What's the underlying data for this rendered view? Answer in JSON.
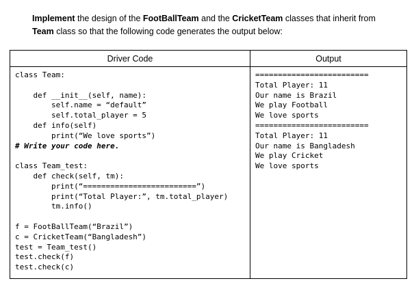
{
  "instruction": {
    "segments": [
      {
        "text": "Implement",
        "bold": true
      },
      {
        "text": " the design of the ",
        "bold": false
      },
      {
        "text": "FootBallTeam",
        "bold": true
      },
      {
        "text": " and the ",
        "bold": false
      },
      {
        "text": "CricketTeam",
        "bold": true
      },
      {
        "text": " classes that inherit from ",
        "bold": false
      },
      {
        "text": "Team",
        "bold": true
      },
      {
        "text": " class so that the following code generates the output below:",
        "bold": false
      }
    ]
  },
  "table": {
    "headers": {
      "driver_code": "Driver Code",
      "output": "Output"
    },
    "driver_code": {
      "block1_lines": [
        "class Team:",
        "",
        "    def __init__(self, name):",
        "        self.name = “default”",
        "        self.total_player = 5",
        "    def info(self)",
        "        print(“We love sports”)"
      ],
      "comment_line": "# Write your code here.",
      "block2_lines": [
        "",
        "class Team_test:",
        "    def check(self, tm):",
        "        print(“=========================”)",
        "        print(“Total Player:”, tm.total_player)",
        "        tm.info()",
        "",
        "f = FootBallTeam(“Brazil”)",
        "c = CricketTeam(“Bangladesh”)",
        "test = Team_test()",
        "test.check(f)",
        "test.check(c)"
      ]
    },
    "output_lines": [
      "=========================",
      "Total Player: 11",
      "Our name is Brazil",
      "We play Football",
      "We love sports",
      "=========================",
      "Total Player: 11",
      "Our name is Bangladesh",
      "We play Cricket",
      "We love sports"
    ]
  },
  "colors": {
    "text": "#000000",
    "border": "#000000",
    "background": "#ffffff"
  }
}
